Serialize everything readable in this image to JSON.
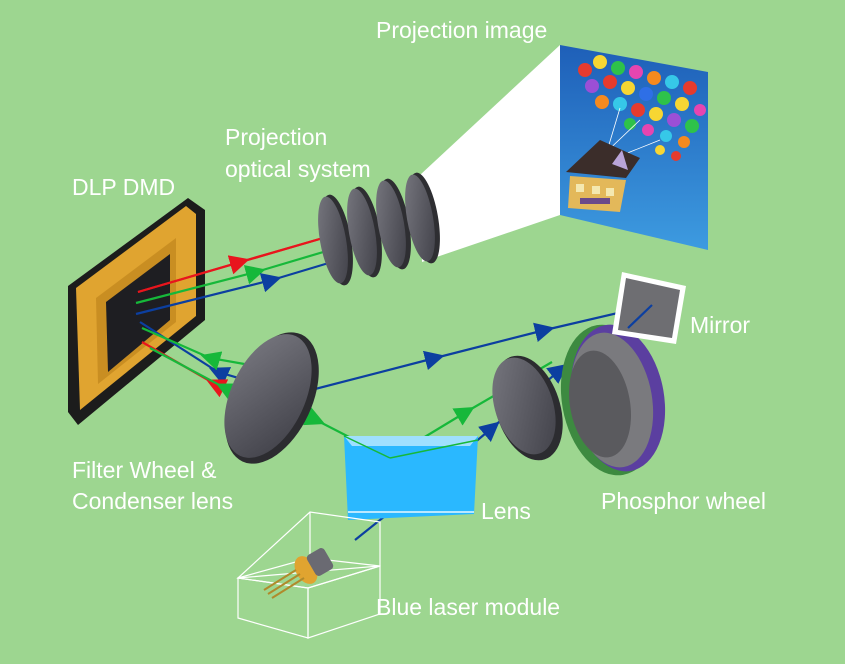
{
  "labels": {
    "projection_image": "Projection image",
    "projection_optical_system_line1": "Projection",
    "projection_optical_system_line2": "optical system",
    "dlp_dmd": "DLP DMD",
    "mirror": "Mirror",
    "filter_wheel_line1": "Filter Wheel &",
    "filter_wheel_line2": "Condenser lens",
    "lens": "Lens",
    "phosphor_wheel": "Phosphor wheel",
    "blue_laser_module": "Blue laser module"
  },
  "colors": {
    "background": "#9dd690",
    "red_beam": "#e8151d",
    "green_beam": "#16b83a",
    "blue_beam": "#0c3fa0",
    "dmd_frame": "#e0a430",
    "lens_glass": "#2ab8ff",
    "phosphor_ring": "#5b3fa0"
  }
}
